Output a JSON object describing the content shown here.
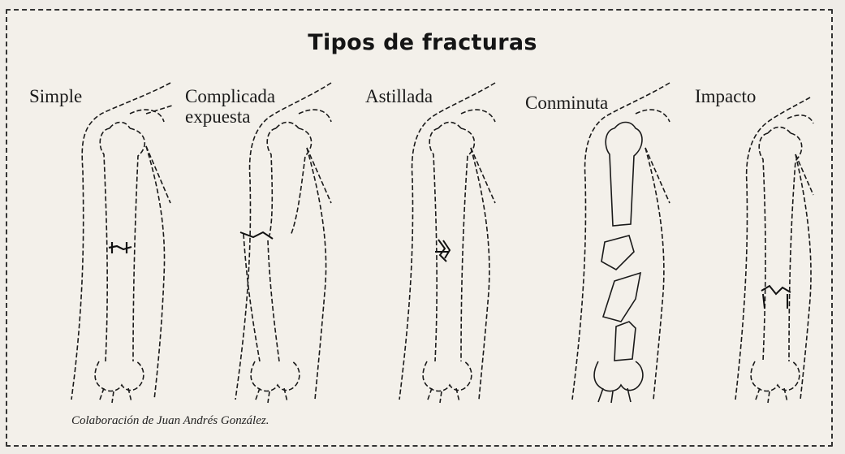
{
  "title": "Tipos de fracturas",
  "fracture_types": [
    {
      "label": "Simple"
    },
    {
      "label": "Complicada expuesta",
      "label_line1": "Complicada",
      "label_line2": "expuesta"
    },
    {
      "label": "Astillada"
    },
    {
      "label": "Conminuta"
    },
    {
      "label": "Impacto"
    }
  ],
  "credit": "Colaboración de Juan Andrés González.",
  "colors": {
    "ink": "#1a1a1a",
    "paper": "#f3f0ea",
    "speckle": "#9a9a9a"
  }
}
